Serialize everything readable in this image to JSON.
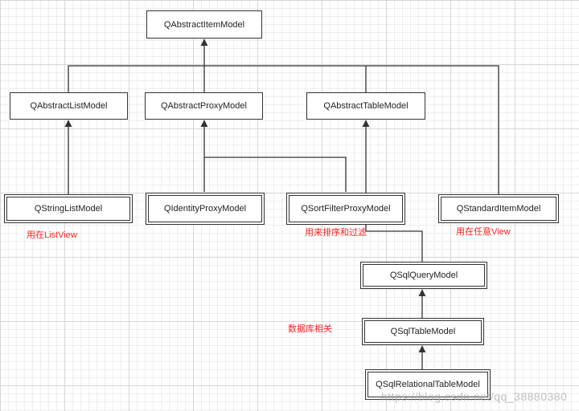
{
  "classes": {
    "qabstractitemmodel": "QAbstractItemModel",
    "qabstractlistmodel": "QAbstractListModel",
    "qabstractproxymodel": "QAbstractProxyModel",
    "qabstracttablemodel": "QAbstractTableModel",
    "qstringlistmodel": "QStringListModel",
    "qidentityproxymodel": "QIdentityProxyModel",
    "qsortfilterproxymodel": "QSortFilterProxyModel",
    "qstandarditemmodel": "QStandardItemModel",
    "qsqlquerymodel": "QSqlQueryModel",
    "qsqltablemodel": "QSqlTableModel",
    "qsqlrelationaltablemodel": "QSqlRelationalTableModel"
  },
  "annotations": {
    "listview_note": "用在ListView",
    "sort_filter_note": "用来排序和过滤",
    "any_view_note": "用在任意View",
    "database_note": "数据库相关"
  },
  "watermark": "https://blog.csdn.net/qq_38880380",
  "colors": {
    "line": "#333333",
    "annotation": "#ff2020",
    "grid": "#d6d6d6"
  }
}
